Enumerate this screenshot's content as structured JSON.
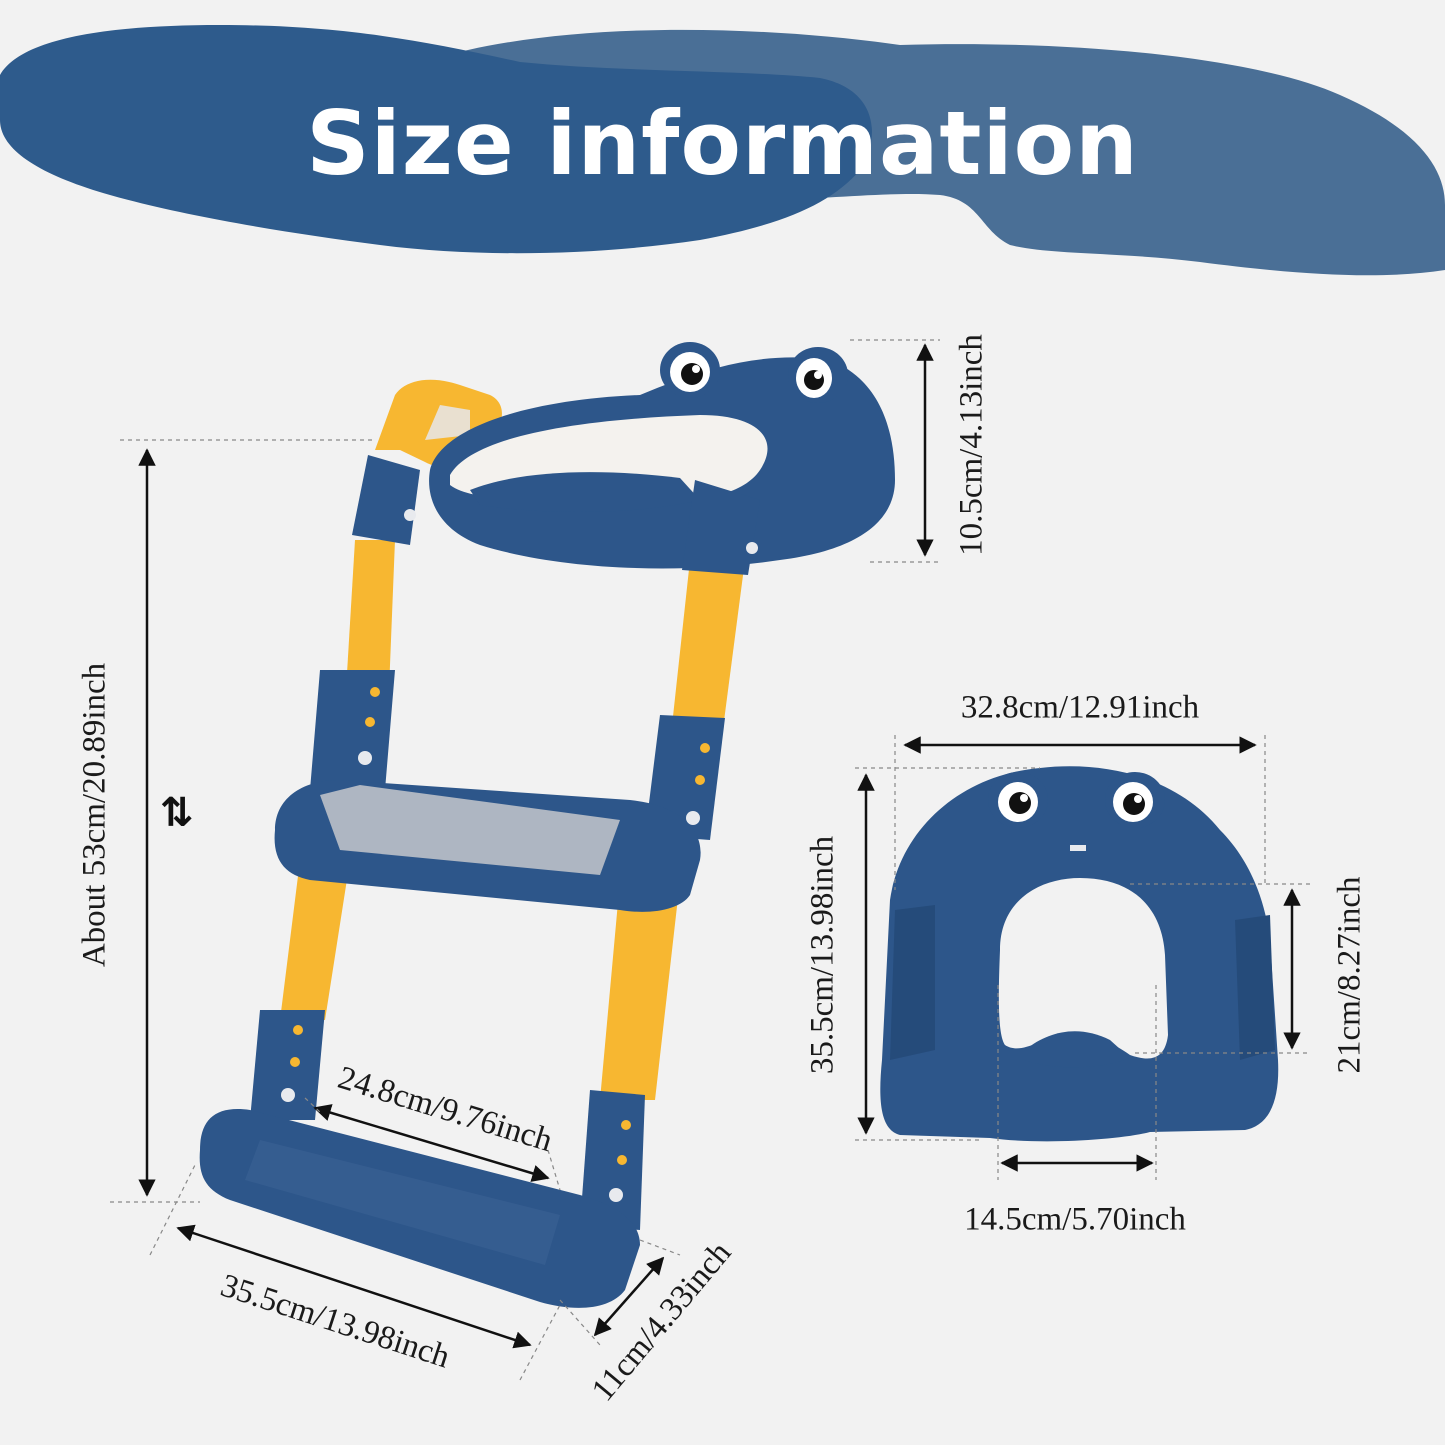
{
  "title": "Size information",
  "colors": {
    "banner_dark": "#2e5b8c",
    "banner_light": "#4a6f96",
    "product_blue": "#2d568a",
    "product_yellow": "#f7b731",
    "background": "#f2f2f2"
  },
  "adjust_symbol": "⇅",
  "ladder": {
    "height_label": "About 53cm/20.89inch",
    "seat_height_label": "10.5cm/4.13inch",
    "step_width_label": "24.8cm/9.76inch",
    "base_width_label": "35.5cm/13.98inch",
    "base_depth_label": "11cm/4.33inch"
  },
  "seat": {
    "width_label": "32.8cm/12.91inch",
    "length_label": "35.5cm/13.98inch",
    "opening_length_label": "21cm/8.27inch",
    "opening_width_label": "14.5cm/5.70inch"
  }
}
